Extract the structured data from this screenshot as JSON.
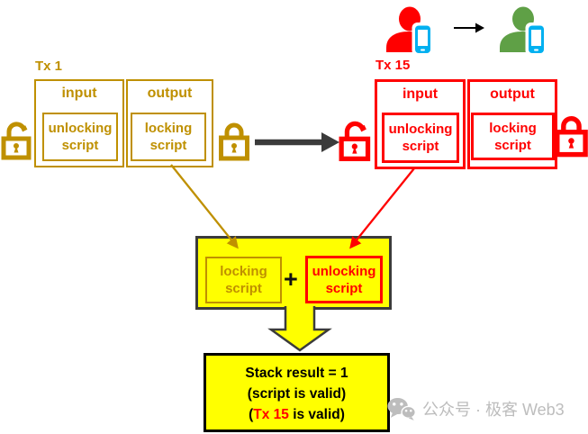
{
  "colors": {
    "gold": "#BF9000",
    "red": "#FF0000",
    "yellow": "#FFFF00",
    "outline": "#3B3B3B",
    "green": "#5FA046",
    "phone": "#00B0F0",
    "gray": "#BDBDBD"
  },
  "tx1": {
    "label": "Tx 1",
    "input_header": "input",
    "output_header": "output",
    "unlocking_script": "unlocking script",
    "locking_script": "locking script"
  },
  "tx15": {
    "label": "Tx 15",
    "input_header": "input",
    "output_header": "output",
    "unlocking_script": "unlocking script",
    "locking_script": "locking script"
  },
  "combine": {
    "locking_script": "locking script",
    "plus": "+",
    "unlocking_script": "unlocking script"
  },
  "result": {
    "line1": "Stack result = 1",
    "line2": "(script is valid)",
    "line3_prefix": "(",
    "line3_tx": "Tx 15",
    "line3_suffix": " is valid)"
  },
  "watermark": {
    "text": "公众号 · 极客 Web3"
  },
  "icons": {
    "tx1_left": "open-padlock",
    "tx1_right": "closed-padlock",
    "tx15_left": "open-padlock",
    "tx15_right": "closed-padlock",
    "sender": "person-with-smartphone",
    "receiver": "person-with-smartphone",
    "transfer": "right-arrow",
    "watermark": "wechat-logo"
  }
}
